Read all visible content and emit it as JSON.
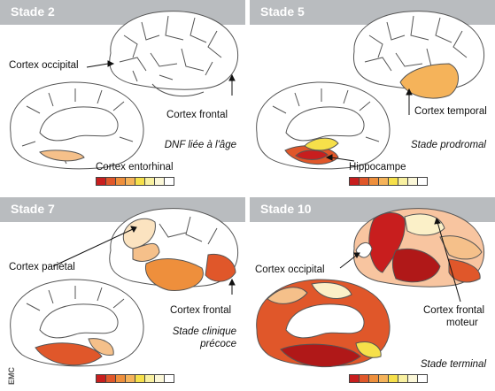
{
  "panels": [
    {
      "title": "Stade 2",
      "labels": {
        "a": "Cortex occipital",
        "b": "Cortex frontal",
        "c": "Cortex entorhinal"
      },
      "caption": "DNF liée à l'âge"
    },
    {
      "title": "Stade 5",
      "labels": {
        "a": "Cortex temporal",
        "b": "Hippocampe"
      },
      "caption": "Stade prodromal"
    },
    {
      "title": "Stade 7",
      "labels": {
        "a": "Cortex pariétal",
        "b": "Cortex frontal"
      },
      "caption_line1": "Stade clinique",
      "caption_line2": "précoce"
    },
    {
      "title": "Stade 10",
      "labels": {
        "a": "Cortex occipital",
        "b": "Cortex frontal",
        "b2": "moteur"
      },
      "caption": "Stade terminal"
    }
  ],
  "scale_colors": [
    "#c81e1e",
    "#e0572a",
    "#ee8f3c",
    "#f5b35a",
    "#f6e04a",
    "#f8f0a0",
    "#fbf7d8",
    "#ffffff"
  ],
  "logo": "EMC",
  "colors": {
    "header_bg": "#b9bcbf",
    "header_text": "#ffffff",
    "brain_outline": "#555555",
    "brain_fill": "#ffffff"
  }
}
